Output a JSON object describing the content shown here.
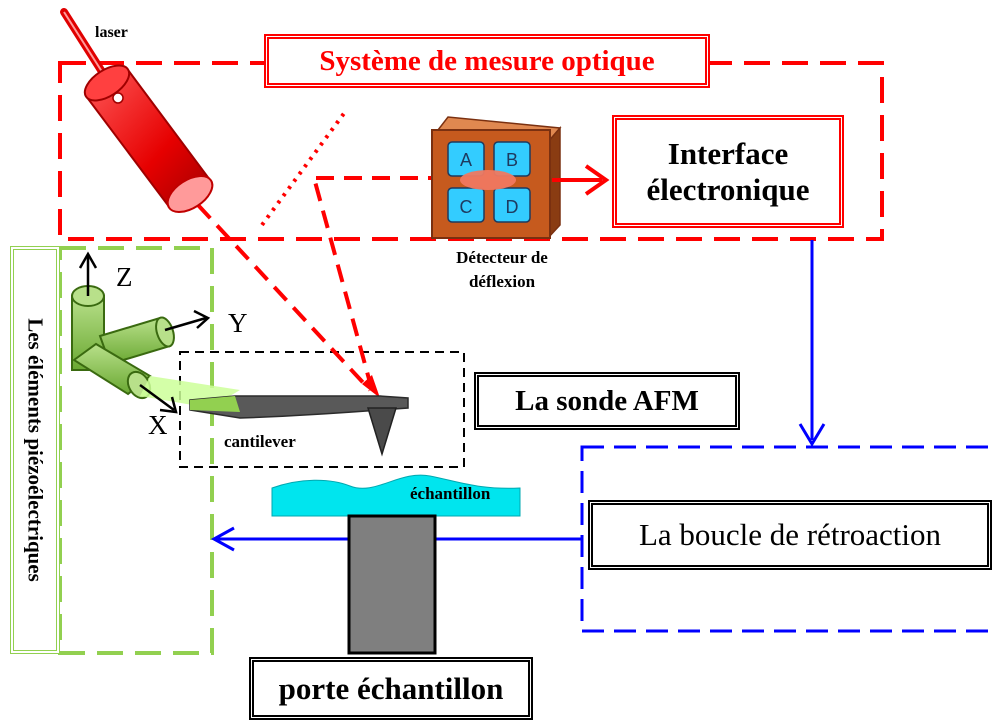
{
  "diagram": {
    "optical_system_title": "Système de mesure optique",
    "laser_label": "laser",
    "interface_label_line1": "Interface",
    "interface_label_line2": "électronique",
    "detector_label_line1": "Détecteur de",
    "detector_label_line2": "déflexion",
    "quadrants": [
      "A",
      "B",
      "C",
      "D"
    ],
    "piezo_label": "Les éléments piézoélectriques",
    "axis_z": "Z",
    "axis_y": "Y",
    "axis_x": "X",
    "probe_label": "La sonde AFM",
    "cantilever_label": "cantilever",
    "sample_label": "échantillon",
    "feedback_label": "La boucle de rétroaction",
    "holder_label": "porte échantillon"
  },
  "colors": {
    "optical": "#ff0000",
    "piezo": "#92d050",
    "feedback": "#0000ff",
    "sample": "#00e5ee",
    "holder": "#7f7f7f",
    "detector_frame": "#c65a1e",
    "detector_cell": "#33ccff",
    "cantilever": "#595959"
  }
}
